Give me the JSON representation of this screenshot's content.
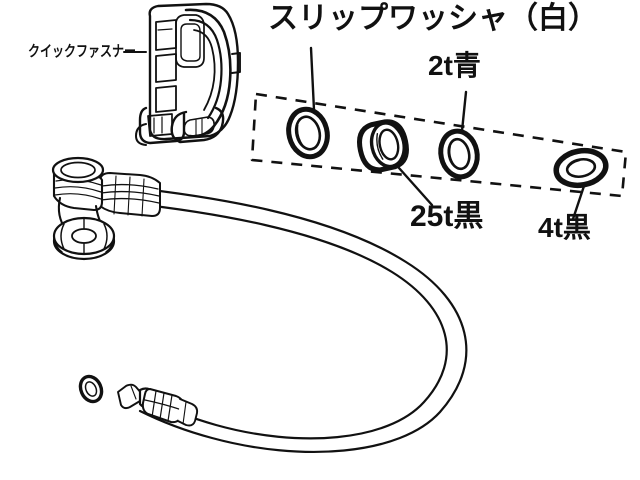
{
  "diagram": {
    "title": "スリップワッシャ（白）",
    "background_color": "#ffffff",
    "line_color": "#111111",
    "labels": {
      "quick_fastener": "クイックファスナー",
      "slip_washer_white": "スリップワッシャ（白）",
      "washer_2t_blue": "2t青",
      "washer_25t_black": "25t黒",
      "washer_4t_black": "4t黒"
    },
    "parts": [
      {
        "name": "quick-fastener-clamp",
        "label": "クイックファスナー"
      },
      {
        "name": "washer-slip-white",
        "label": "スリップワッシャ（白）"
      },
      {
        "name": "washer-25t-black",
        "label": "25t黒"
      },
      {
        "name": "washer-2t-blue",
        "label": "2t青"
      },
      {
        "name": "washer-4t-black",
        "label": "4t黒"
      },
      {
        "name": "hose-assembly",
        "label": ""
      },
      {
        "name": "elbow-fitting",
        "label": ""
      },
      {
        "name": "nozzle-tip",
        "label": ""
      },
      {
        "name": "o-ring",
        "label": ""
      }
    ]
  }
}
